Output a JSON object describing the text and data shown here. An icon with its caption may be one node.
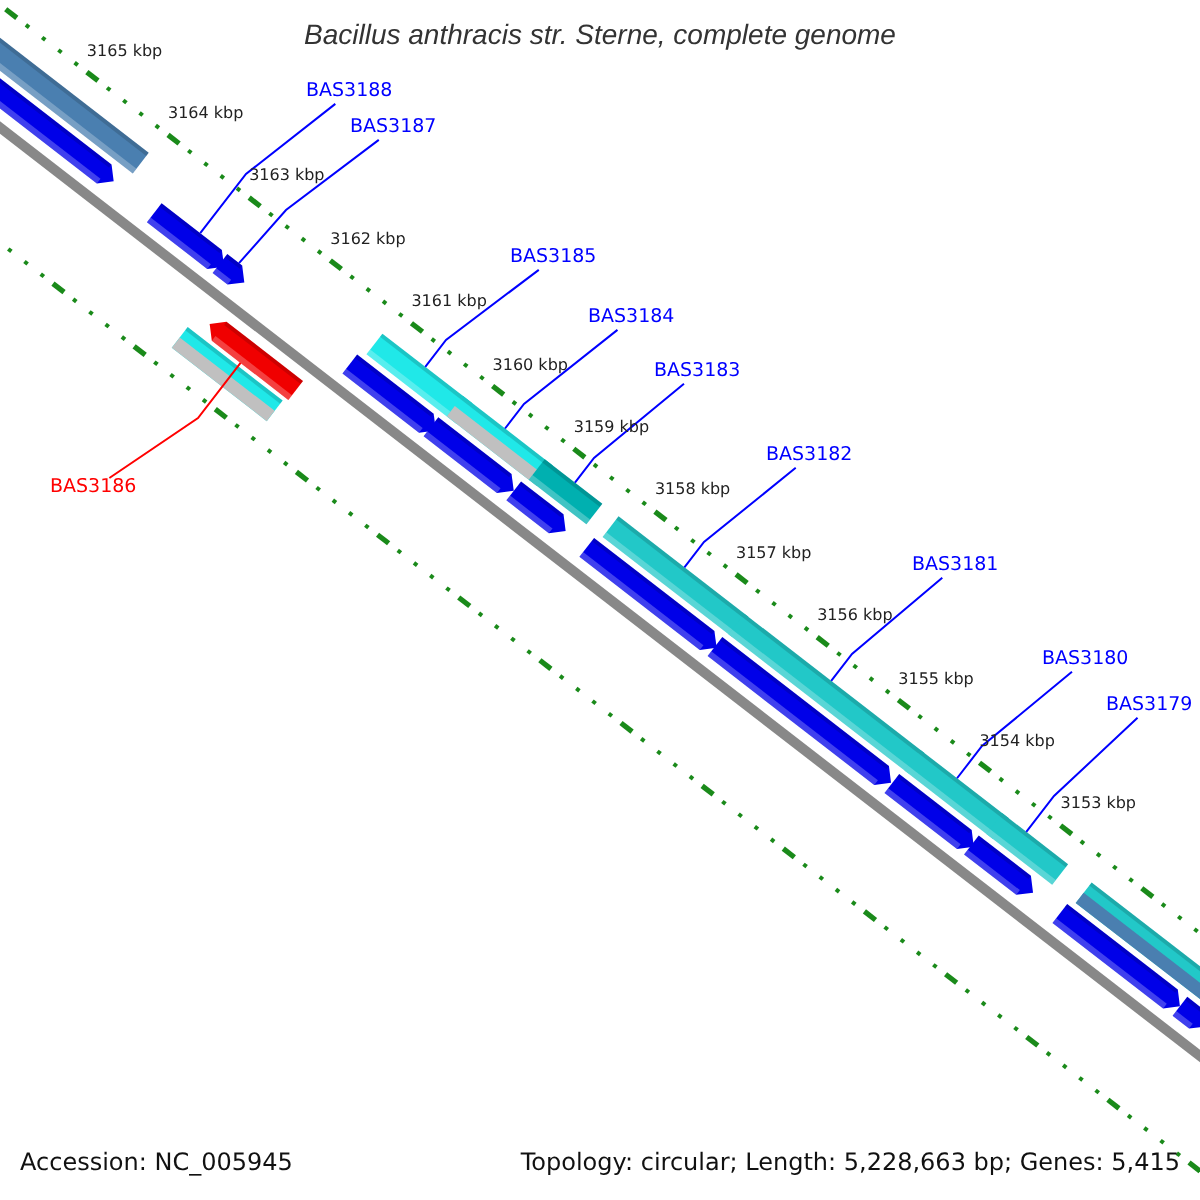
{
  "diagram": {
    "title": "Bacillus anthracis str. Sterne, complete genome",
    "nodes": [
      {
        "text": [
          "BAS3188"
        ]
      },
      {
        "text": [
          "BAS3187"
        ]
      },
      {
        "text": [
          "BAS3185"
        ]
      },
      {
        "text": [
          "BAS3184"
        ]
      },
      {
        "text": [
          "BAS3183"
        ]
      },
      {
        "text": [
          "BAS3182"
        ]
      },
      {
        "text": [
          "BAS3186"
        ]
      },
      {
        "text": [
          "BAS3181"
        ]
      },
      {
        "text": [
          "BAS3180"
        ]
      },
      {
        "text": [
          "BAS3179"
        ]
      },
      {
        "text": [],
        "shape": "bar"
      },
      {
        "text": [],
        "shape": "pentagon"
      },
      {
        "text": [],
        "shape": "pentagon"
      },
      {
        "text": [],
        "shape": "pentagon"
      },
      {
        "text": [],
        "shape": "bar"
      },
      {
        "text": [],
        "shape": "pentagon"
      },
      {
        "text": [],
        "shape": "pentagon"
      },
      {
        "text": [],
        "shape": "bar"
      },
      {
        "text": [],
        "shape": "pentagon"
      },
      {
        "text": [],
        "shape": "bar"
      },
      {
        "text": [],
        "shape": "pentagon"
      },
      {
        "text": [],
        "shape": "bar"
      },
      {
        "text": [],
        "shape": "pentagon"
      },
      {
        "text": [],
        "shape": "bar"
      },
      {
        "text": [],
        "shape": "pentagon"
      },
      {
        "text": [],
        "shape": "bar"
      },
      {
        "text": [],
        "shape": "pentagon"
      },
      {
        "text": [],
        "shape": "bar"
      },
      {
        "text": [],
        "shape": "pentagon"
      },
      {
        "text": [],
        "shape": "bar"
      },
      {
        "text": [],
        "shape": "pentagon"
      },
      {
        "text": [],
        "shape": "bar"
      },
      {
        "text": [],
        "shape": "pentagon"
      }
    ],
    "edges": [
      {
        "from": 0,
        "to": 12,
        "arrow": "none"
      },
      {
        "from": 1,
        "to": 13,
        "arrow": "none"
      },
      {
        "from": 2,
        "to": 17,
        "arrow": "none"
      },
      {
        "from": 3,
        "to": 19,
        "arrow": "none"
      },
      {
        "from": 4,
        "to": 21,
        "arrow": "none"
      },
      {
        "from": 5,
        "to": 23,
        "arrow": "none"
      },
      {
        "from": 6,
        "to": 15,
        "arrow": "none",
        "color": "#ff0000"
      },
      {
        "from": 7,
        "to": 25,
        "arrow": "none"
      },
      {
        "from": 8,
        "to": 27,
        "arrow": "none"
      },
      {
        "from": 9,
        "to": 29,
        "arrow": "none"
      }
    ],
    "labels": [
      "3165 kbp",
      "3164 kbp",
      "3163 kbp",
      "3162 kbp",
      "3161 kbp",
      "3160 kbp",
      "3159 kbp",
      "3158 kbp",
      "3157 kbp",
      "3156 kbp",
      "3155 kbp",
      "3154 kbp",
      "3153 kbp",
      "Accession: NC_005945",
      "Topology: circular; Length: 5,228,663 bp; Genes: 5,415"
    ]
  }
}
